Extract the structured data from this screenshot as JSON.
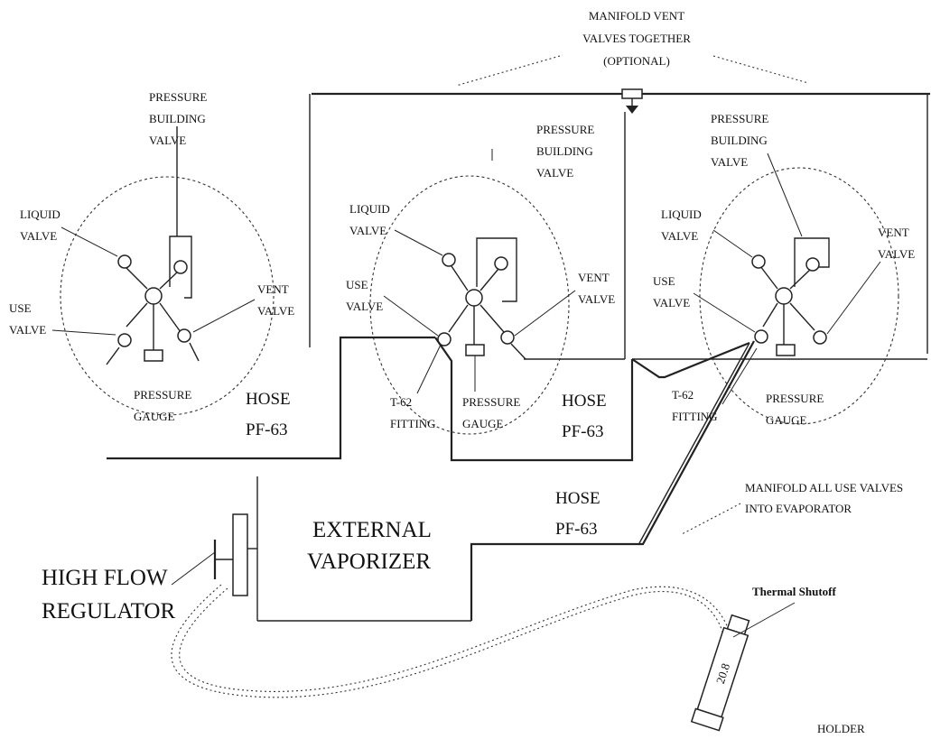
{
  "labels": {
    "manifold_vent": [
      "MANIFOLD VENT",
      "VALVES TOGETHER",
      "(OPTIONAL)"
    ],
    "manifold_use": [
      "MANIFOLD ALL USE VALVES",
      "INTO EVAPORATOR"
    ],
    "external_vaporizer": [
      "EXTERNAL",
      "VAPORIZER"
    ],
    "high_flow_regulator": [
      "HIGH FLOW",
      "REGULATOR"
    ],
    "thermal_shutoff": "Thermal Shutoff",
    "holder": "HOLDER",
    "hose_1": [
      "HOSE",
      "PF-63"
    ],
    "hose_2": [
      "HOSE",
      "PF-63"
    ],
    "hose_3": [
      "HOSE",
      "PF-63"
    ],
    "cylinder_left": {
      "pressure_building_valve": [
        "PRESSURE",
        "BUILDING",
        "VALVE"
      ],
      "liquid_valve": [
        "LIQUID",
        "VALVE"
      ],
      "use_valve": [
        "USE",
        "VALVE"
      ],
      "vent_valve": [
        "VENT",
        "VALVE"
      ],
      "pressure_gauge": [
        "PRESSURE",
        "GAUGE"
      ]
    },
    "cylinder_middle": {
      "pressure_building_valve": [
        "PRESSURE",
        "BUILDING",
        "VALVE"
      ],
      "liquid_valve": [
        "LIQUID",
        "VALVE"
      ],
      "use_valve": [
        "USE",
        "VALVE"
      ],
      "vent_valve": [
        "VENT",
        "VALVE"
      ],
      "pressure_gauge": [
        "PRESSURE",
        "GAUGE"
      ],
      "t62_fitting": [
        "T-62",
        "FITTING"
      ]
    },
    "cylinder_right": {
      "pressure_building_valve": [
        "PRESSURE",
        "BUILDING",
        "VALVE"
      ],
      "liquid_valve": [
        "LIQUID",
        "VALVE"
      ],
      "use_valve": [
        "USE",
        "VALVE"
      ],
      "vent_valve": [
        "VENT",
        "VALVE"
      ],
      "pressure_gauge": [
        "PRESSURE",
        "GAUGE"
      ],
      "t62_fitting": [
        "T-62",
        "FITTING"
      ]
    }
  },
  "gauge_text": "20.8"
}
